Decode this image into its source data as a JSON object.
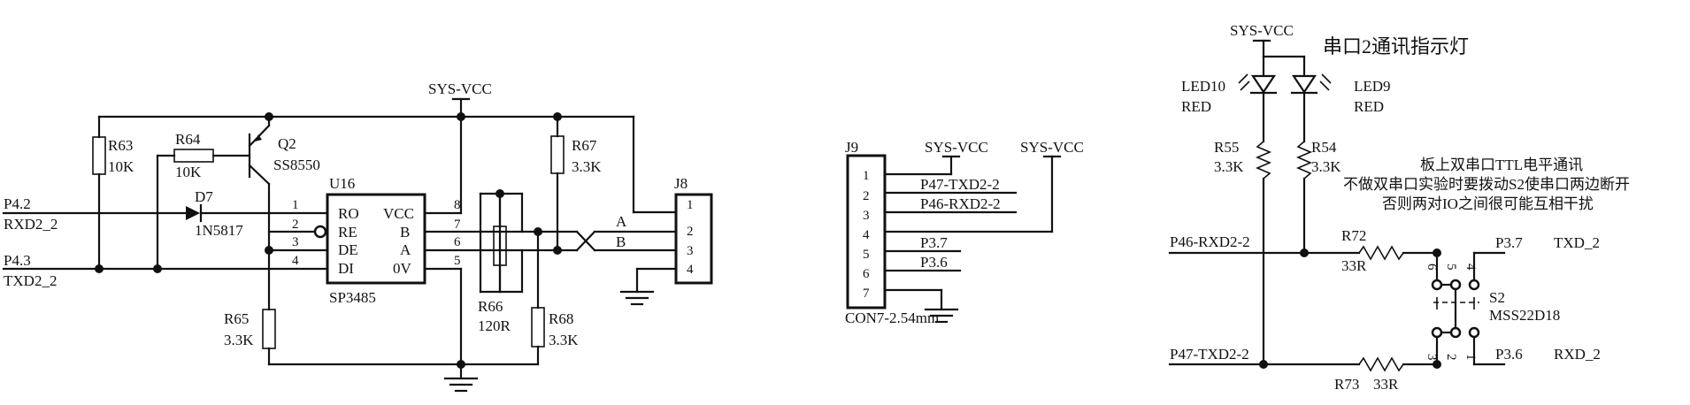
{
  "labels": {
    "vcc_main": "SYS-VCC",
    "r63": "R63",
    "r63_val": "10K",
    "r64": "R64",
    "r64_val": "10K",
    "q2": "Q2",
    "q2_val": "SS8550",
    "d7": "D7",
    "d7_val": "1N5817",
    "p42": "P4.2",
    "rxd2_2": "RXD2_2",
    "p43": "P4.3",
    "txd2_2": "TXD2_2",
    "u16": "U16",
    "u16_part": "SP3485",
    "u16_pins_left": [
      {
        "num": "1",
        "name": "RO"
      },
      {
        "num": "2",
        "name": "RE"
      },
      {
        "num": "3",
        "name": "DE"
      },
      {
        "num": "4",
        "name": "DI"
      }
    ],
    "u16_pins_right": [
      {
        "num": "8",
        "name": "VCC"
      },
      {
        "num": "7",
        "name": "B"
      },
      {
        "num": "6",
        "name": "A"
      },
      {
        "num": "5",
        "name": "0V"
      }
    ],
    "r65": "R65",
    "r65_val": "3.3K",
    "r66": "R66",
    "r66_val": "120R",
    "r67": "R67",
    "r67_val": "3.3K",
    "r68": "R68",
    "r68_val": "3.3K",
    "net_a": "A",
    "net_b": "B",
    "j8": "J8",
    "j8_pins": [
      "1",
      "2",
      "3",
      "4"
    ],
    "j9": "J9",
    "j9_vcc1": "SYS-VCC",
    "j9_vcc2": "SYS-VCC",
    "j9_pins": [
      "1",
      "2",
      "3",
      "4",
      "5",
      "6",
      "7"
    ],
    "j9_nets": [
      "P47-TXD2-2",
      "P46-RXD2-2",
      "P3.7",
      "P3.6"
    ],
    "j9_part": "CON7-2.54mm",
    "vcc_led": "SYS-VCC",
    "title_cn": "串口2通讯指示灯",
    "led10": "LED10",
    "led10_color": "RED",
    "led9": "LED9",
    "led9_color": "RED",
    "r55": "R55",
    "r55_val": "3.3K",
    "r54": "R54",
    "r54_val": "3.3K",
    "note_lines": [
      "板上双串口TTL电平通讯",
      "不做双串口实验时要拨动S2使串口两边断开",
      "否则两对IO之间很可能互相干扰"
    ],
    "p46_rxd": "P46-RXD2-2",
    "p47_txd": "P47-TXD2-2",
    "r72": "R72",
    "r72_val": "33R",
    "r73": "R73",
    "r73_val": "33R",
    "p37": "P3.7",
    "txd_2": "TXD_2",
    "p36": "P3.6",
    "rxd_2": "RXD_2",
    "s2": "S2",
    "s2_part": "MSS22D18",
    "s2_top_pins": [
      "6",
      "5",
      "4"
    ],
    "s2_bot_pins": [
      "3",
      "2",
      "1"
    ]
  }
}
